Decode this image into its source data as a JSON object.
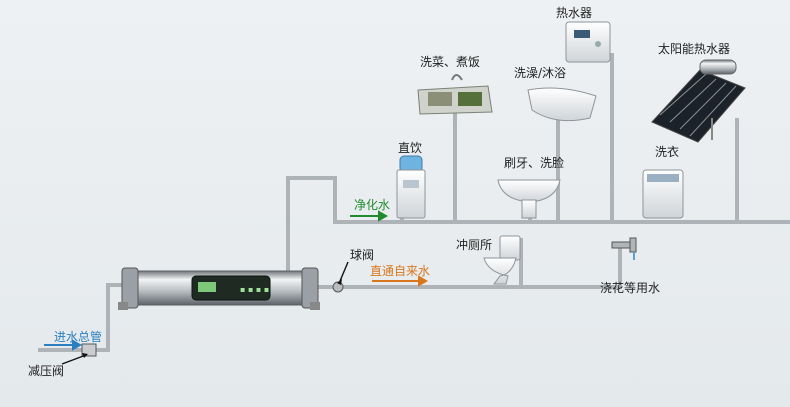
{
  "labels": {
    "water_heater": "热水器",
    "solar_heater": "太阳能热水器",
    "wash_vegetables": "洗菜、煮饭",
    "shower_bath": "洗澡/沐浴",
    "direct_drink": "直饮",
    "brush_wash": "刷牙、洗脸",
    "laundry": "洗衣",
    "purified_water": "净化水",
    "ball_valve": "球阀",
    "toilet_flush": "冲厕所",
    "tap_water": "直通自来水",
    "garden_water": "浇花等用水",
    "main_inlet": "进水总管",
    "pressure_valve": "减压阀"
  },
  "colors": {
    "pipe": "#c9cdd0",
    "purified": "#1f8a2e",
    "tap": "#d8771e",
    "inlet": "#2a7fc0"
  }
}
